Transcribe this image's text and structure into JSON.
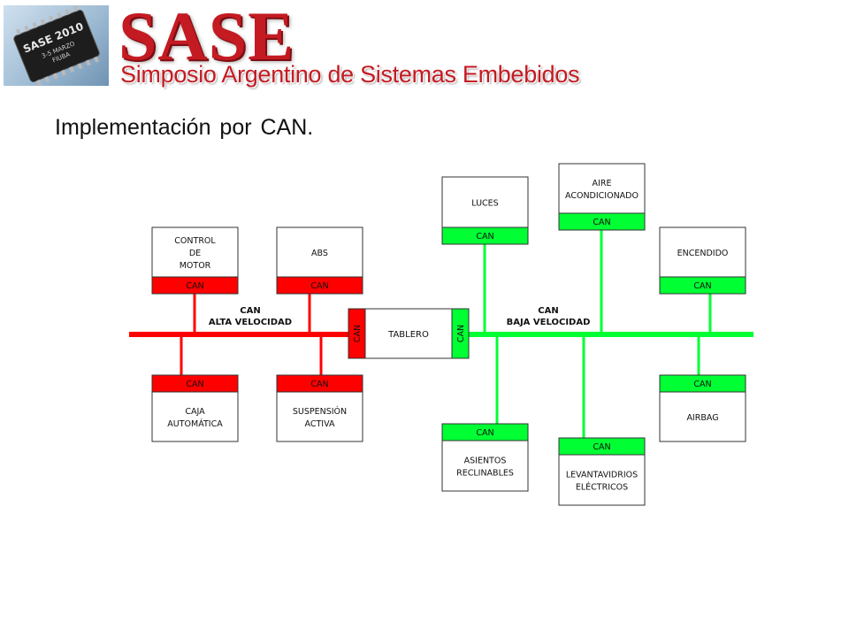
{
  "header": {
    "chip_logo_text": [
      "SASE 2010",
      "3-5 MARZO",
      "FIUBA"
    ],
    "title": "SASE",
    "subtitle": "Simposio Argentino de Sistemas Embebidos"
  },
  "slide": {
    "title": "Implementación por CAN."
  },
  "diagram": {
    "colors": {
      "high_speed": "#ff0000",
      "low_speed": "#00ff33",
      "box_border": "#333333"
    },
    "bus_high_label": [
      "CAN",
      "ALTA  VELOCIDAD"
    ],
    "bus_low_label": [
      "CAN",
      "BAJA  VELOCIDAD"
    ],
    "hub": {
      "label": "TABLERO",
      "left_tag": "CAN",
      "right_tag": "CAN"
    },
    "nodes": [
      {
        "id": "control-motor",
        "label": [
          "CONTROL",
          "DE",
          "MOTOR"
        ],
        "tag": "CAN",
        "bus": "high"
      },
      {
        "id": "abs",
        "label": [
          "ABS"
        ],
        "tag": "CAN",
        "bus": "high"
      },
      {
        "id": "caja-automatica",
        "label": [
          "CAJA",
          "AUTOMÁTICA"
        ],
        "tag": "CAN",
        "bus": "high"
      },
      {
        "id": "suspension-activa",
        "label": [
          "SUSPENSIÓN",
          "ACTIVA"
        ],
        "tag": "CAN",
        "bus": "high"
      },
      {
        "id": "luces",
        "label": [
          "LUCES"
        ],
        "tag": "CAN",
        "bus": "low"
      },
      {
        "id": "aire-acondicionado",
        "label": [
          "AIRE",
          "ACONDICIONADO"
        ],
        "tag": "CAN",
        "bus": "low"
      },
      {
        "id": "encendido",
        "label": [
          "ENCENDIDO"
        ],
        "tag": "CAN",
        "bus": "low"
      },
      {
        "id": "asientos-reclinables",
        "label": [
          "ASIENTOS",
          "RECLINABLES"
        ],
        "tag": "CAN",
        "bus": "low"
      },
      {
        "id": "levantavidrios-electricos",
        "label": [
          "LEVANTAVIDRIOS",
          "ELÉCTRICOS"
        ],
        "tag": "CAN",
        "bus": "low"
      },
      {
        "id": "airbag",
        "label": [
          "AIRBAG"
        ],
        "tag": "CAN",
        "bus": "low"
      }
    ]
  }
}
